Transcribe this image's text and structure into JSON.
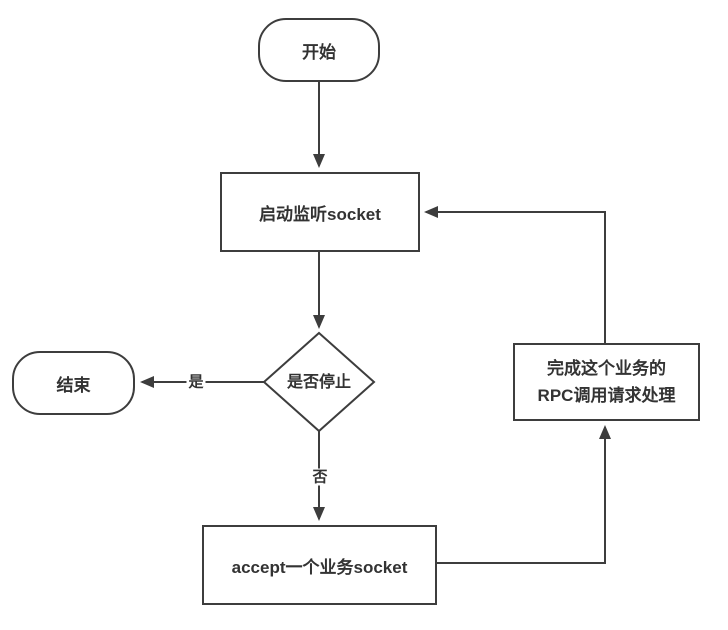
{
  "flowchart": {
    "nodes": {
      "start": {
        "type": "terminator",
        "label": "开始"
      },
      "listen": {
        "type": "process",
        "label": "启动监听socket"
      },
      "decision": {
        "type": "decision",
        "label": "是否停止"
      },
      "end": {
        "type": "terminator",
        "label": "结束"
      },
      "accept": {
        "type": "process",
        "label": "accept一个业务socket"
      },
      "rpc": {
        "type": "process",
        "lines": [
          "完成这个业务的",
          "RPC调用请求处理"
        ]
      }
    },
    "edges": {
      "decision_yes_label": "是",
      "decision_no_label": "否"
    },
    "colors": {
      "line": "#3d3d3d",
      "text": "#333333",
      "node_fill": "#ffffff",
      "background": "#ffffff"
    }
  }
}
